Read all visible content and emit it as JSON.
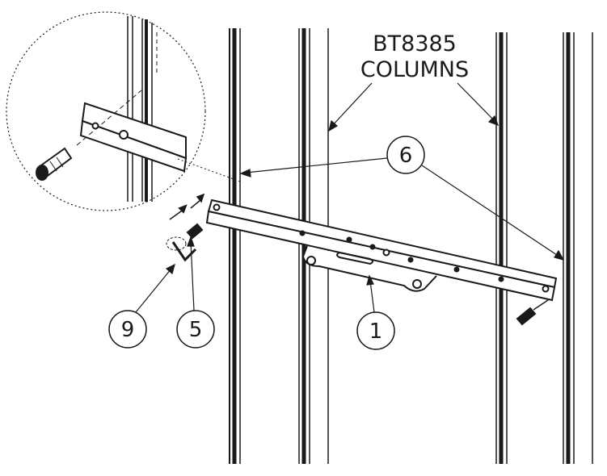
{
  "title_line1": "BT8385",
  "title_line2": "COLUMNS",
  "callouts": [
    {
      "id": "6",
      "label": "6"
    },
    {
      "id": "9",
      "label": "9"
    },
    {
      "id": "5",
      "label": "5"
    },
    {
      "id": "1",
      "label": "1"
    }
  ],
  "colors": {
    "ink": "#1a1a1a",
    "background": "#ffffff"
  }
}
